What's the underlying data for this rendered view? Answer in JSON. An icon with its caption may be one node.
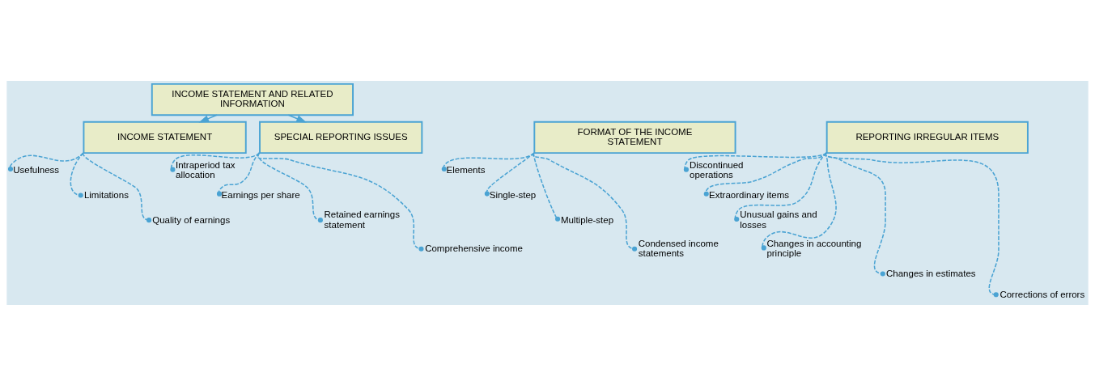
{
  "diagram": {
    "nodes": [
      {
        "text": [
          "INCOME STATEMENT AND RELATED INFORMATION"
        ]
      },
      {
        "text": [
          "INCOME STATEMENT"
        ]
      },
      {
        "text": [
          "Usefulness"
        ]
      },
      {
        "text": [
          "Limitations"
        ]
      },
      {
        "text": [
          "Quality of earnings"
        ]
      },
      {
        "text": [
          "FORMAT OF THE INCOME STATEMENT"
        ]
      },
      {
        "text": [
          "Elements"
        ]
      },
      {
        "text": [
          "Single-step"
        ]
      },
      {
        "text": [
          "Multiple-step"
        ]
      },
      {
        "text": [
          "Condensed income statements"
        ]
      },
      {
        "text": [
          "REPORTING IRREGULAR ITEMS"
        ]
      },
      {
        "text": [
          "Discontinued operations"
        ]
      },
      {
        "text": [
          "Extraordinary items"
        ]
      },
      {
        "text": [
          "Unusual gains and losses"
        ]
      },
      {
        "text": [
          "Changes in accounting principle"
        ]
      },
      {
        "text": [
          "Changes in estimates"
        ]
      },
      {
        "text": [
          "Corrections of errors"
        ]
      },
      {
        "text": [
          "SPECIAL REPORTING ISSUES"
        ]
      },
      {
        "text": [
          "Intraperiod tax allocation"
        ]
      },
      {
        "text": [
          "Earnings per share"
        ]
      },
      {
        "text": [
          "Retained earnings statement"
        ]
      },
      {
        "text": [
          "Comprehensive income"
        ]
      }
    ],
    "edges": [
      {
        "from": 0,
        "to": 1,
        "arrow": "to"
      },
      {
        "from": 0,
        "to": 17,
        "arrow": "to"
      },
      {
        "from": 1,
        "to": 2,
        "arrow": "other",
        "style": "dashed"
      },
      {
        "from": 1,
        "to": 3,
        "arrow": "other",
        "style": "dashed"
      },
      {
        "from": 1,
        "to": 4,
        "arrow": "other",
        "style": "dashed"
      },
      {
        "from": 5,
        "to": 6,
        "arrow": "other",
        "style": "dashed"
      },
      {
        "from": 5,
        "to": 7,
        "arrow": "other",
        "style": "dashed"
      },
      {
        "from": 5,
        "to": 8,
        "arrow": "other",
        "style": "dashed"
      },
      {
        "from": 5,
        "to": 9,
        "arrow": "other",
        "style": "dashed"
      },
      {
        "from": 10,
        "to": 11,
        "arrow": "other",
        "style": "dashed"
      },
      {
        "from": 10,
        "to": 12,
        "arrow": "other",
        "style": "dashed"
      },
      {
        "from": 10,
        "to": 13,
        "arrow": "other",
        "style": "dashed"
      },
      {
        "from": 10,
        "to": 14,
        "arrow": "other",
        "style": "dashed"
      },
      {
        "from": 10,
        "to": 15,
        "arrow": "other",
        "style": "dashed"
      },
      {
        "from": 10,
        "to": 16,
        "arrow": "other",
        "style": "dashed"
      },
      {
        "from": 17,
        "to": 18,
        "arrow": "other",
        "style": "dashed"
      },
      {
        "from": 17,
        "to": 19,
        "arrow": "other",
        "style": "dashed"
      },
      {
        "from": 17,
        "to": 20,
        "arrow": "other",
        "style": "dashed"
      },
      {
        "from": 17,
        "to": 21,
        "arrow": "other",
        "style": "dashed"
      }
    ]
  }
}
